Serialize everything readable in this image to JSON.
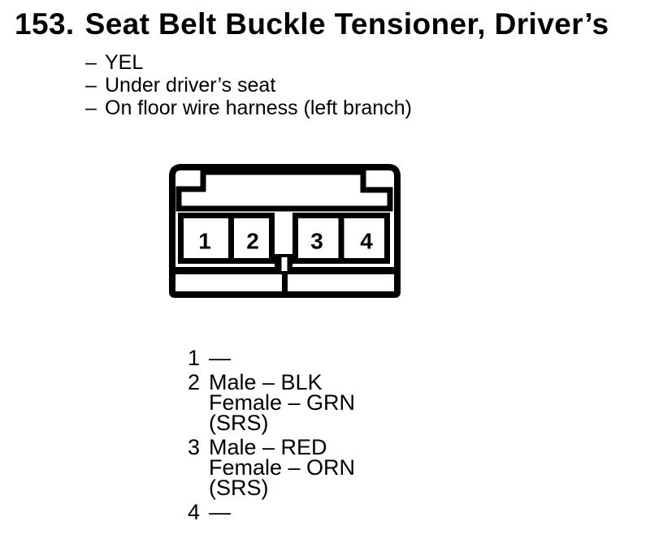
{
  "page": {
    "number": "153.",
    "title": "Seat Belt Buckle Tensioner, Driver’s"
  },
  "notes": {
    "dash": "–",
    "items": [
      "YEL",
      "Under driver’s seat",
      "On floor wire harness (left branch)"
    ]
  },
  "connector": {
    "description": "4-cavity connector, front view",
    "pins": [
      "1",
      "2",
      "3",
      "4"
    ]
  },
  "legend": {
    "entries": [
      {
        "number": "1",
        "lines": [
          "—"
        ]
      },
      {
        "number": "2",
        "lines": [
          "Male – BLK",
          "Female – GRN",
          "(SRS)"
        ]
      },
      {
        "number": "3",
        "lines": [
          "Male – RED",
          "Female – ORN",
          "(SRS)"
        ]
      },
      {
        "number": "4",
        "lines": [
          "—"
        ]
      }
    ]
  },
  "colors": {
    "ink": "#000000",
    "paper": "#ffffff"
  }
}
